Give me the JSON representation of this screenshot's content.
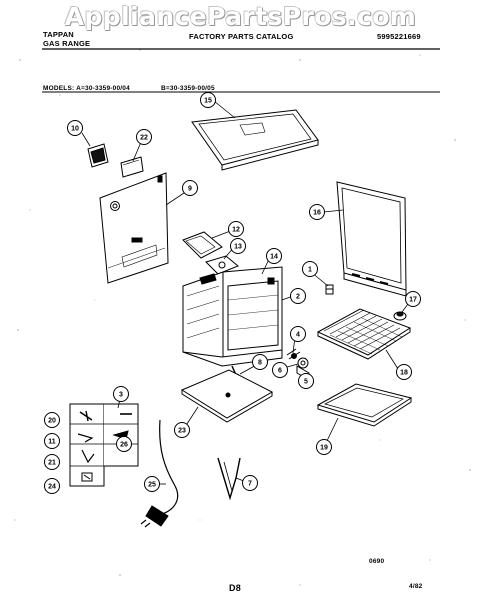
{
  "watermark": "AppliancePartsPros.com",
  "header": {
    "brand_line1": "TAPPAN",
    "brand_line2": "GAS RANGE",
    "catalog_title": "FACTORY PARTS CATALOG",
    "catalog_number": "5995221669",
    "models_label": "MODELS: A=30-3359-00/04",
    "models_b": "B=30-3359-00/05"
  },
  "footer": {
    "drawing_code": "0690",
    "page_label": "D8",
    "date": "4/82"
  },
  "callouts": [
    "10",
    "22",
    "15",
    "9",
    "16",
    "12",
    "13",
    "14",
    "1",
    "2",
    "17",
    "4",
    "18",
    "8",
    "5",
    "6",
    "3",
    "20",
    "11",
    "21",
    "24",
    "23",
    "26",
    "25",
    "19",
    "7"
  ]
}
